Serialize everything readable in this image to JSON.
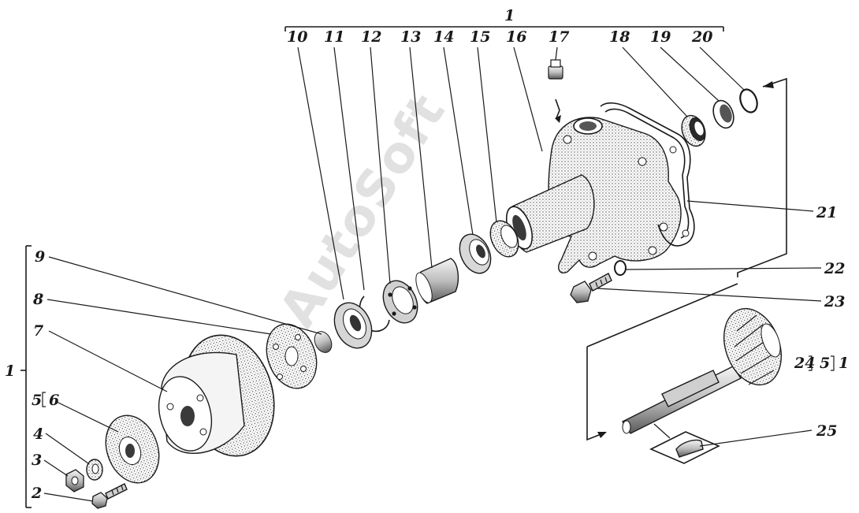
{
  "diagram": {
    "watermark": "AutoSoft",
    "callouts": {
      "group_top": "1",
      "group_left": "1",
      "group_shaft": "1",
      "group_5_left": "5",
      "group_5_shaft": "5",
      "n2": "2",
      "n3": "3",
      "n4": "4",
      "n6": "6",
      "n7": "7",
      "n8": "8",
      "n9": "9",
      "n10": "10",
      "n11": "11",
      "n12": "12",
      "n13": "13",
      "n14": "14",
      "n15": "15",
      "n16": "16",
      "n17": "17",
      "n18": "18",
      "n19": "19",
      "n20": "20",
      "n21": "21",
      "n22": "22",
      "n23": "23",
      "n24": "24",
      "n25": "25"
    }
  }
}
